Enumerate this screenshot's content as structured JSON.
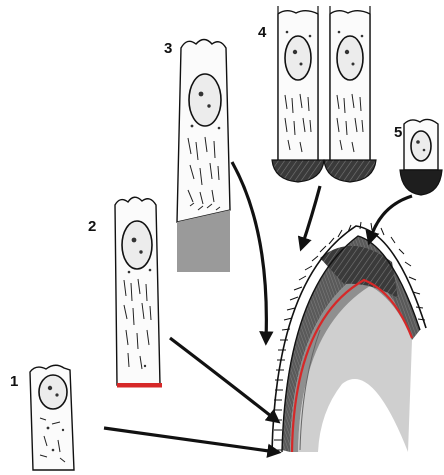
{
  "figure": {
    "stages": [
      {
        "id": "stage-1",
        "label": "1"
      },
      {
        "id": "stage-2",
        "label": "2"
      },
      {
        "id": "stage-3",
        "label": "3"
      },
      {
        "id": "stage-4",
        "label": "4"
      },
      {
        "id": "stage-5",
        "label": "5"
      }
    ],
    "colors": {
      "boundary_line": "#d62828",
      "matrix_gray": "#9a9a9a",
      "light_gray": "#cfcfcf",
      "dark_cap": "#1e1e1e",
      "ink": "#111111"
    }
  }
}
